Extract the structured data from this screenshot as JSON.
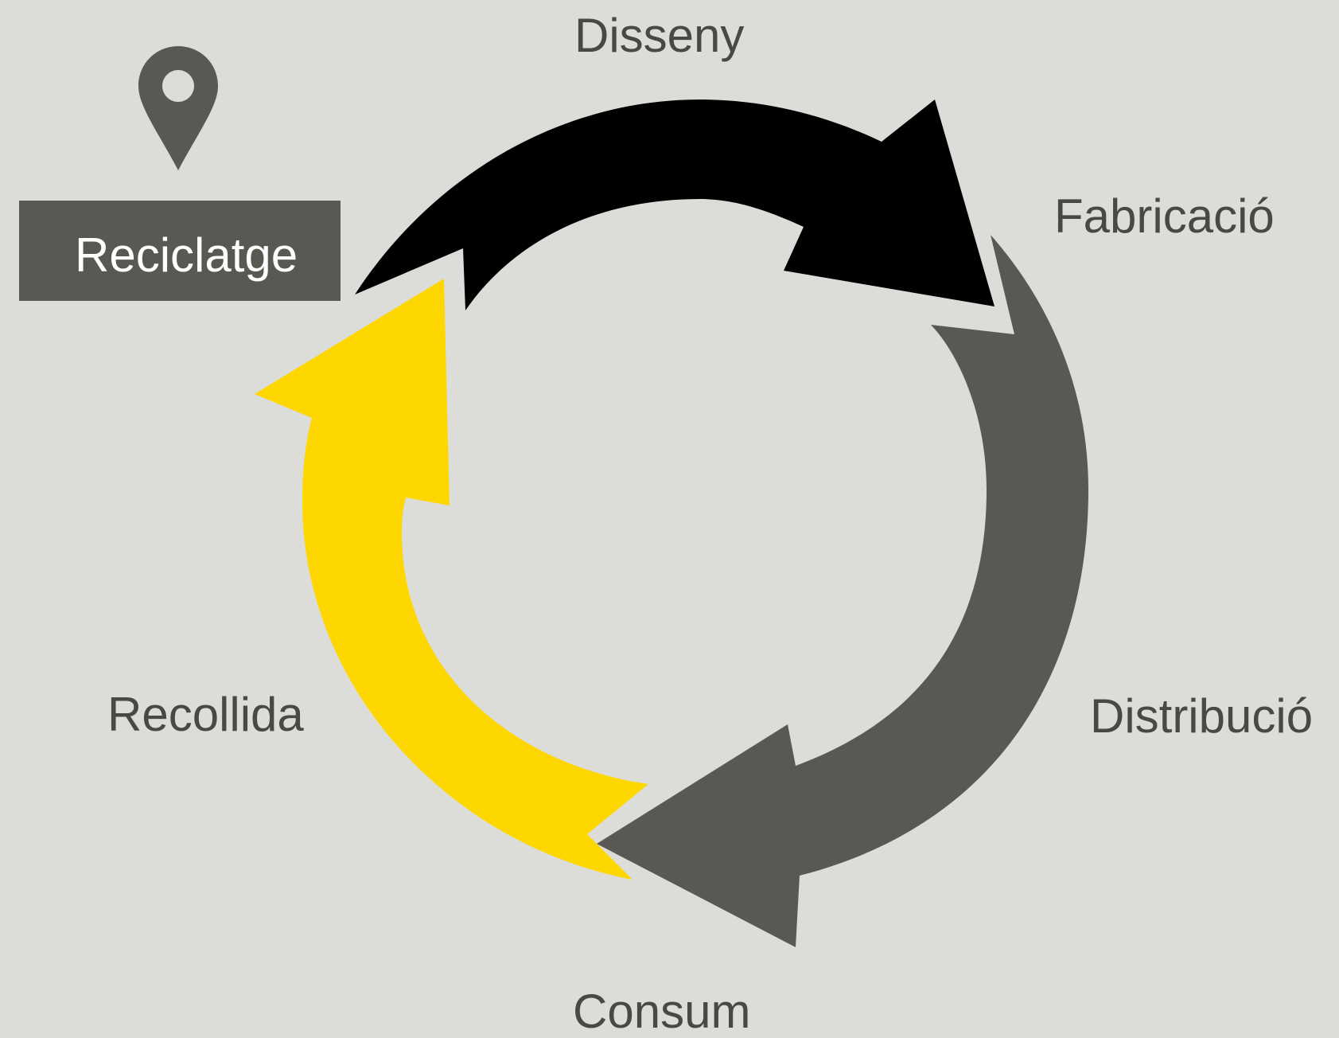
{
  "diagram": {
    "stages": {
      "disseny": "Disseny",
      "fabricacio": "Fabricació",
      "distribucio": "Distribució",
      "consum": "Consum",
      "recollida": "Recollida",
      "reciclatge": "Reciclatge"
    },
    "highlighted_stage": "Reciclatge",
    "marker_icon": "location-pin-icon",
    "arrows": [
      {
        "from": "Disseny",
        "to": "Fabricació",
        "color": "#000000"
      },
      {
        "from": "Distribució",
        "to": "Consum",
        "color": "#5a5852"
      },
      {
        "from": "Recollida",
        "to": "Reciclatge",
        "color": "#ffd700"
      }
    ],
    "colors": {
      "background": "#dcdcd8",
      "label_text": "#484844",
      "highlight_box": "#5a5852",
      "highlight_text": "#ffffff",
      "pin": "#5a5852"
    }
  }
}
